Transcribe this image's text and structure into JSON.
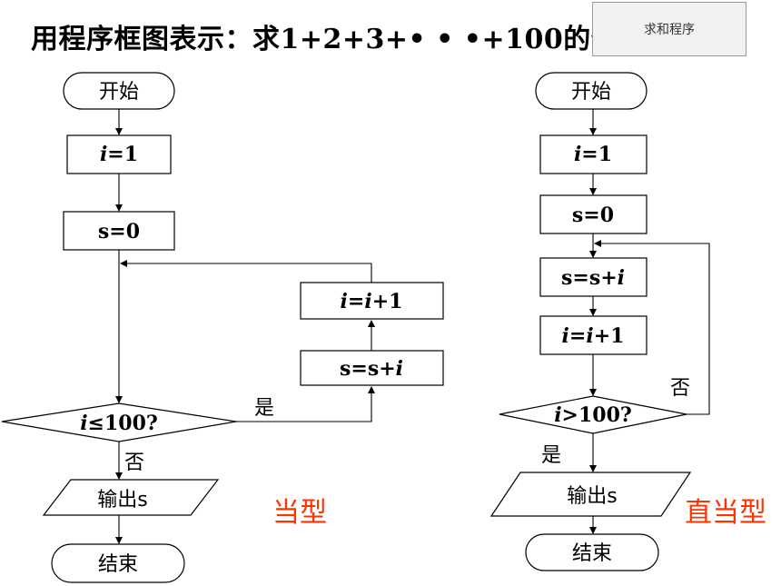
{
  "title": "用程序框图表示：求1+2+3+• • •+100的值.",
  "button": {
    "label": "求和程序"
  },
  "left_chart": {
    "start": "开始",
    "init_i": "i=1",
    "init_s": "s=0",
    "inc_i": "i=i+1",
    "add_s": "s=s+i",
    "condition": "i≤100?",
    "yes": "是",
    "no": "否",
    "output": "输出s",
    "end": "结束",
    "type_label": "当型"
  },
  "right_chart": {
    "start": "开始",
    "init_i": "i=1",
    "init_s": "s=0",
    "add_s": "s=s+i",
    "inc_i": "i=i+1",
    "condition": "i>100?",
    "no": "否",
    "yes": "是",
    "output": "输出s",
    "end": "结束",
    "type_label": "直当型"
  }
}
